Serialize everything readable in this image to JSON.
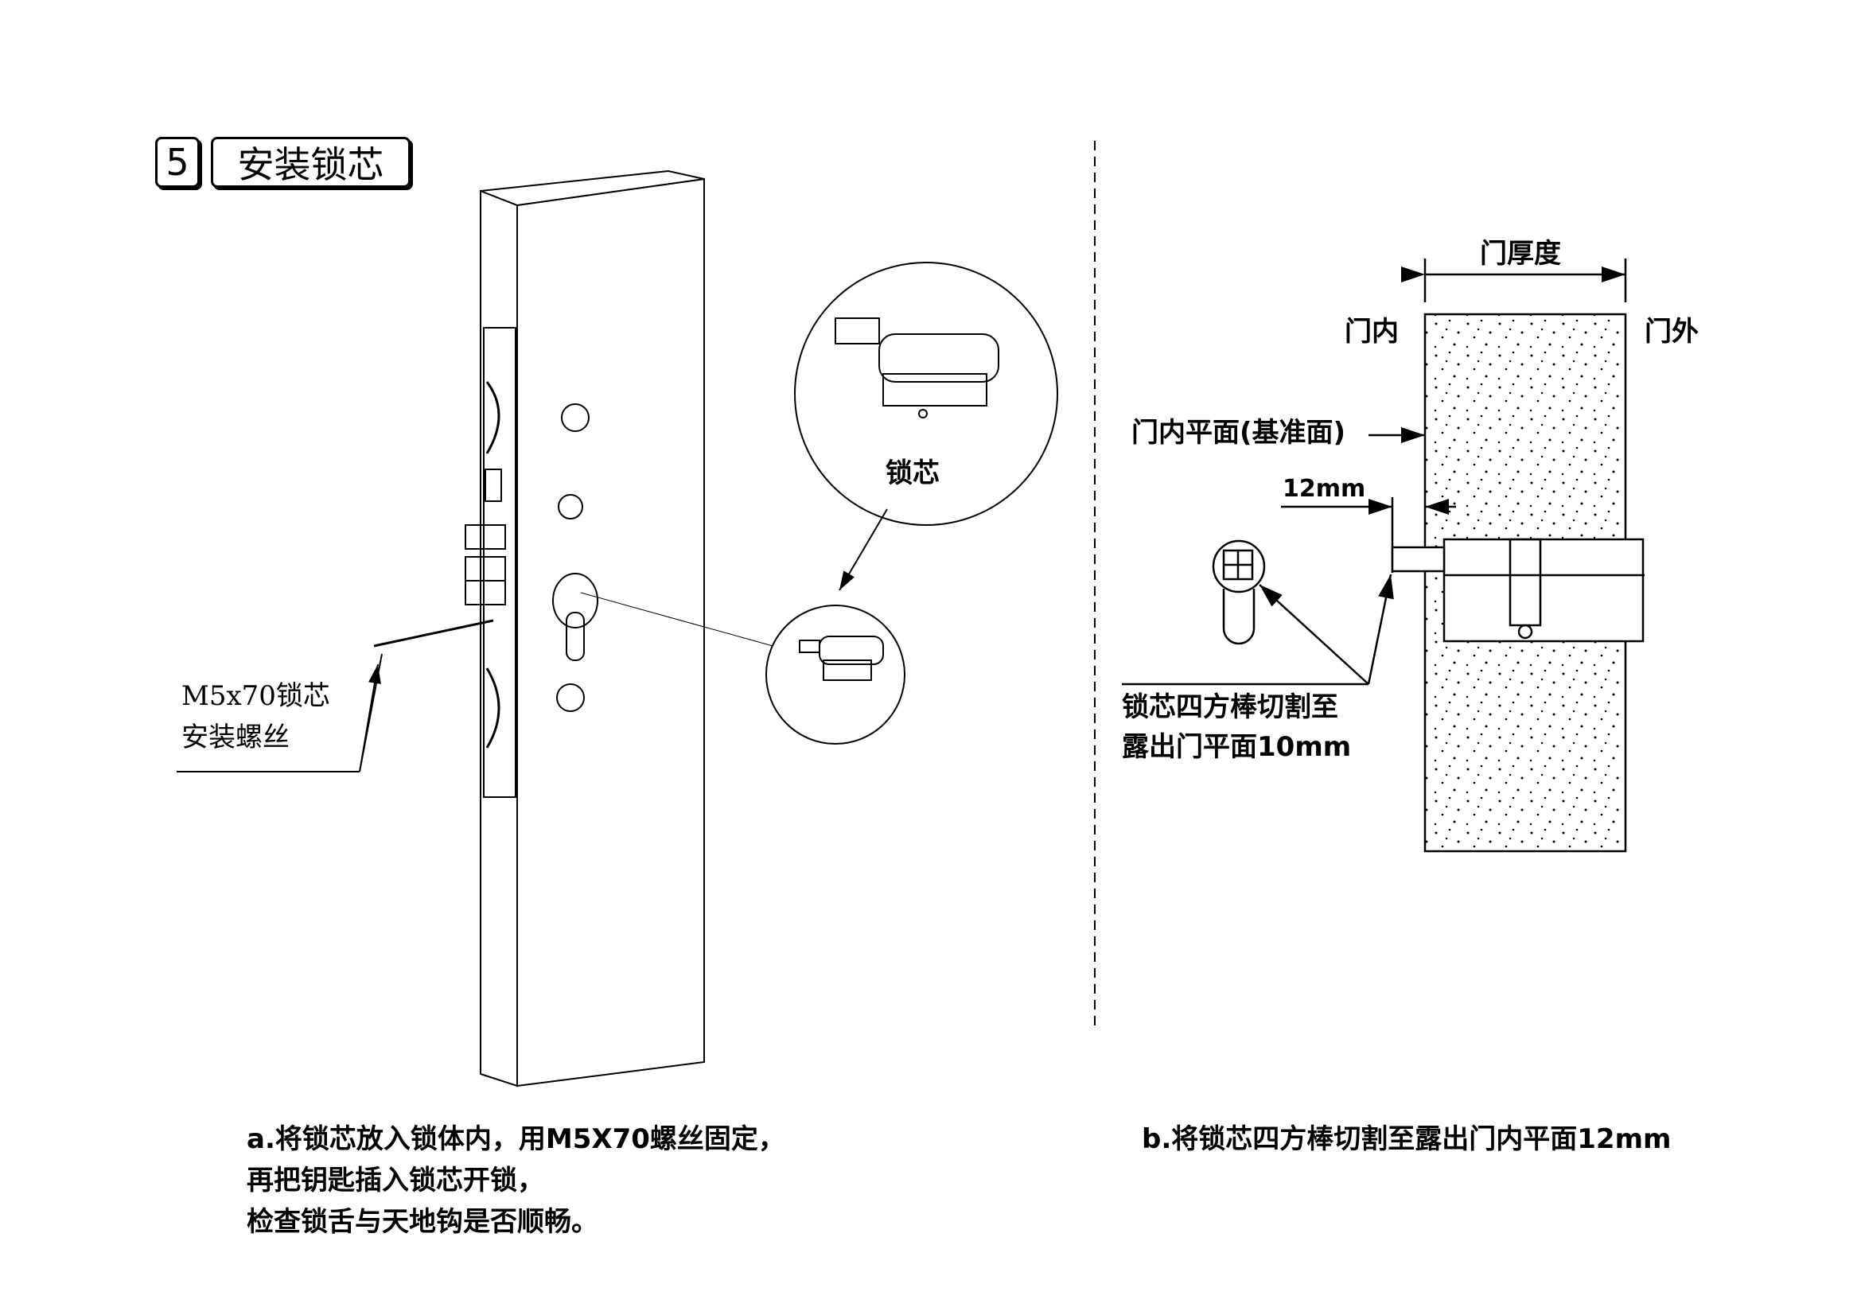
{
  "step": {
    "number": "5",
    "title": "安装锁芯"
  },
  "left_figure": {
    "cylinder_label": "锁芯",
    "screw_label_line1": "M5x70锁芯",
    "screw_label_line2": "安装螺丝"
  },
  "right_figure": {
    "door_thickness_label": "门厚度",
    "inside_label": "门内",
    "outside_label": "门外",
    "reference_plane_label": "门内平面(基准面)",
    "offset_label": "12mm",
    "cut_note_line1": "锁芯四方棒切割至",
    "cut_note_line2": "露出门平面10mm"
  },
  "captions": {
    "a": [
      "a.将锁芯放入锁体内，用M5X70螺丝固定，",
      "再把钥匙插入锁芯开锁，",
      "检查锁舌与天地钩是否顺畅。"
    ],
    "b": "b.将锁芯四方棒切割至露出门内平面12mm"
  }
}
